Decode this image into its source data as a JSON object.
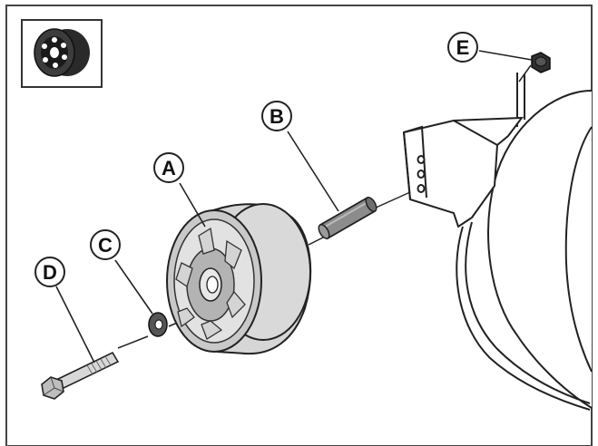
{
  "callouts": [
    {
      "id": "a",
      "label": "A"
    },
    {
      "id": "b",
      "label": "B"
    },
    {
      "id": "c",
      "label": "C"
    },
    {
      "id": "d",
      "label": "D"
    },
    {
      "id": "e",
      "label": "E"
    }
  ],
  "colors": {
    "line": "#222222",
    "wheel_shade": "#cfcfcf",
    "wheel_light": "#e4e4e4",
    "wheel_dark": "#9c9c9c",
    "spacer": "#8a8a8a",
    "background": "#ffffff"
  },
  "icons": {
    "thumbnail": "wheel-thumbnail-icon"
  }
}
